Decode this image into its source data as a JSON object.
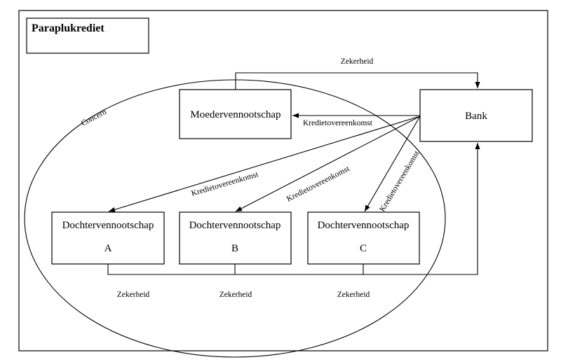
{
  "title": "Paraplukrediet",
  "group_label": "Concern",
  "nodes": {
    "parent": "Moedervennootschap",
    "bank": "Bank",
    "sub_a": {
      "name": "Dochtervennootschap",
      "letter": "A"
    },
    "sub_b": {
      "name": "Dochtervennootschap",
      "letter": "B"
    },
    "sub_c": {
      "name": "Dochtervennootschap",
      "letter": "C"
    }
  },
  "labels": {
    "security_top": "Zekerheid",
    "credit_parent": "Kredietovereenkomst",
    "credit_a": "Kredietovereenkomst",
    "credit_b": "Kredietovereenkomst",
    "credit_c": "Kredietovereenkomst",
    "security_a": "Zekerheid",
    "security_b": "Zekerheid",
    "security_c": "Zekerheid"
  }
}
